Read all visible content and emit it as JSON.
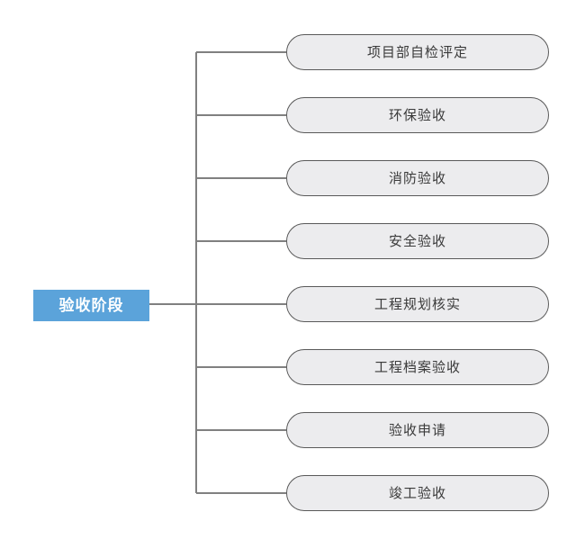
{
  "diagram": {
    "title": "验收阶段",
    "background_color": "#ffffff",
    "root": {
      "label": "验收阶段",
      "fill_color": "#5ba3da",
      "text_color": "#ffffff"
    },
    "connector_color": "#808080",
    "node_style": {
      "fill_color": "#ececee",
      "border_color": "#595959",
      "text_color": "#3a3a3a"
    },
    "nodes": [
      {
        "label": "项目部自检评定"
      },
      {
        "label": "环保验收"
      },
      {
        "label": "消防验收"
      },
      {
        "label": "安全验收"
      },
      {
        "label": "工程规划核实"
      },
      {
        "label": "工程档案验收"
      },
      {
        "label": "验收申请"
      },
      {
        "label": "竣工验收"
      }
    ]
  }
}
